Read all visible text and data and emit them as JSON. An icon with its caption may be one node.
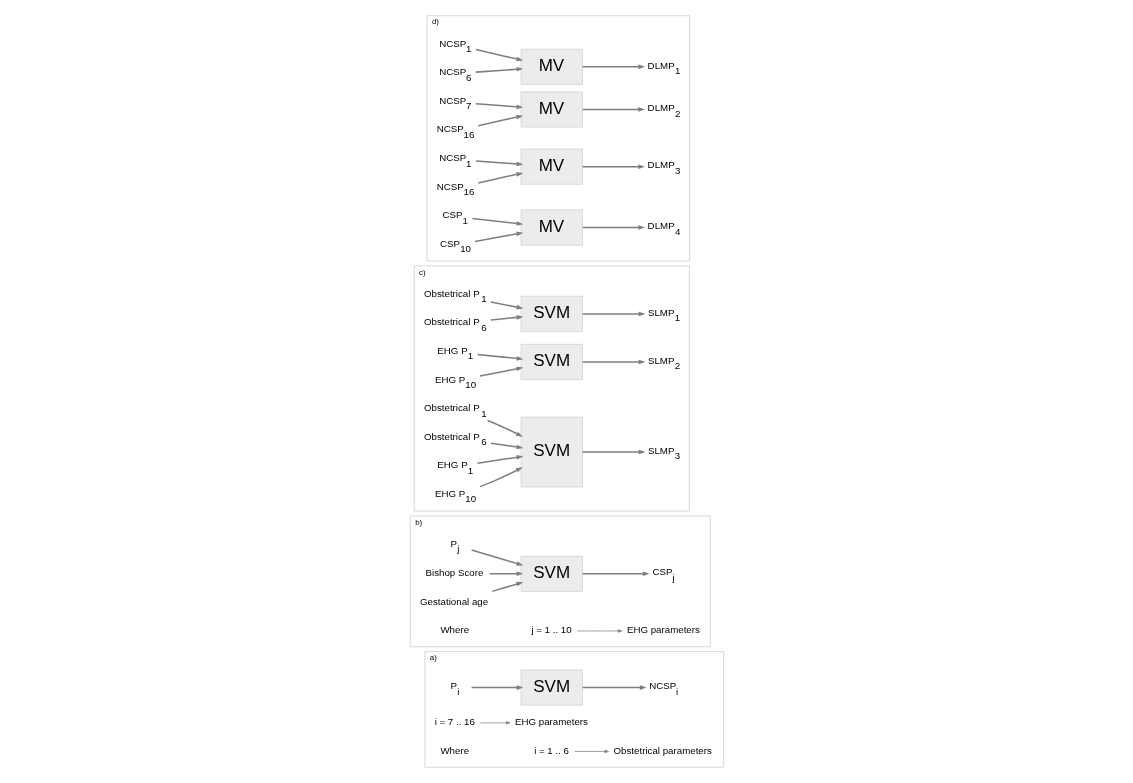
{
  "diagram": {
    "nodes": [
      {
        "text": [
          "a)"
        ]
      },
      {
        "text": [
          "P$_{i}$"
        ],
        "in": 0
      },
      {
        "text": [
          "SVM"
        ],
        "in": 0
      },
      {
        "text": [
          "NCSP$_{i}$"
        ],
        "in": 0
      },
      {
        "text": [
          "i = 1 .. 6"
        ],
        "in": 0
      },
      {
        "text": [
          "Obstetrical parameters"
        ],
        "in": 0
      },
      {
        "text": [
          "i = 7 .. 16"
        ],
        "in": 0
      },
      {
        "text": [
          "EHG parameters"
        ],
        "in": 0
      },
      {
        "text": [
          "b)"
        ]
      },
      {
        "text": [
          "P$_{j}$"
        ],
        "in": 8
      },
      {
        "text": [
          "Bishop Score"
        ],
        "in": 8
      },
      {
        "text": [
          "Gestational age"
        ],
        "in": 8
      },
      {
        "text": [
          "SVM"
        ],
        "in": 8
      },
      {
        "text": [
          "CSP$_{j}$"
        ],
        "in": 8
      },
      {
        "text": [
          "j = 1 .. 10"
        ],
        "in": 8
      },
      {
        "text": [
          "EHG parameters"
        ],
        "in": 8
      },
      {
        "text": [
          "c)"
        ]
      },
      {
        "text": [
          "Obstetrical P$_{1}$"
        ],
        "in": 16
      },
      {
        "text": [
          "Obstetrical P$_{6}$"
        ],
        "in": 16
      },
      {
        "text": [
          "SVM"
        ],
        "in": 16
      },
      {
        "text": [
          "SLMP$_{1}$"
        ],
        "in": 16
      },
      {
        "text": [
          "EHG P$_{1}$"
        ],
        "in": 16
      },
      {
        "text": [
          "EHG P$_{10}$"
        ],
        "in": 16
      },
      {
        "text": [
          "SVM"
        ],
        "in": 16
      },
      {
        "text": [
          "SLMP$_{2}$"
        ],
        "in": 16
      },
      {
        "text": [
          "Obstetrical P$_{1}$"
        ],
        "in": 16
      },
      {
        "text": [
          "Obstetrical P$_{6}$"
        ],
        "in": 16
      },
      {
        "text": [
          "EHG P$_{1}$"
        ],
        "in": 16
      },
      {
        "text": [
          "EHG P$_{10}$"
        ],
        "in": 16
      },
      {
        "text": [
          "SVM"
        ],
        "in": 16
      },
      {
        "text": [
          "SLMP$_{3}$"
        ],
        "in": 16
      },
      {
        "text": [
          "d)"
        ]
      },
      {
        "text": [
          "NCSP$_{1}$"
        ],
        "in": 31
      },
      {
        "text": [
          "NCSP$_{6}$"
        ],
        "in": 31
      },
      {
        "text": [
          "MV"
        ],
        "in": 31
      },
      {
        "text": [
          "DLMP$_{1}$"
        ],
        "in": 31
      },
      {
        "text": [
          "NCSP$_{7}$"
        ],
        "in": 31
      },
      {
        "text": [
          "NCSP$_{16}$"
        ],
        "in": 31
      },
      {
        "text": [
          "MV"
        ],
        "in": 31
      },
      {
        "text": [
          "DLMP$_{2}$"
        ],
        "in": 31
      },
      {
        "text": [
          "NCSP$_{1}$"
        ],
        "in": 31
      },
      {
        "text": [
          "NCSP$_{16}$"
        ],
        "in": 31
      },
      {
        "text": [
          "MV"
        ],
        "in": 31
      },
      {
        "text": [
          "DLMP$_{3}$"
        ],
        "in": 31
      },
      {
        "text": [
          "CSP$_{1}$"
        ],
        "in": 31
      },
      {
        "text": [
          "CSP$_{10}$"
        ],
        "in": 31
      },
      {
        "text": [
          "MV"
        ],
        "in": 31
      },
      {
        "text": [
          "DLMP$_{4}$"
        ],
        "in": 31
      }
    ],
    "edges": [
      {
        "from": 1,
        "to": 2,
        "arrow": "to"
      },
      {
        "from": 2,
        "to": 3,
        "arrow": "to"
      },
      {
        "from": 4,
        "to": 5,
        "arrow": "to"
      },
      {
        "from": 6,
        "to": 7,
        "arrow": "to"
      },
      {
        "from": 9,
        "to": 12,
        "arrow": "to"
      },
      {
        "from": 10,
        "to": 12,
        "arrow": "to"
      },
      {
        "from": 11,
        "to": 12,
        "arrow": "to"
      },
      {
        "from": 12,
        "to": 13,
        "arrow": "to"
      },
      {
        "from": 14,
        "to": 15,
        "arrow": "to"
      },
      {
        "from": 17,
        "to": 19,
        "arrow": "to"
      },
      {
        "from": 18,
        "to": 19,
        "arrow": "to"
      },
      {
        "from": 19,
        "to": 20,
        "arrow": "to"
      },
      {
        "from": 21,
        "to": 23,
        "arrow": "to"
      },
      {
        "from": 22,
        "to": 23,
        "arrow": "to"
      },
      {
        "from": 23,
        "to": 24,
        "arrow": "to"
      },
      {
        "from": 25,
        "to": 29,
        "arrow": "to"
      },
      {
        "from": 26,
        "to": 29,
        "arrow": "to"
      },
      {
        "from": 27,
        "to": 29,
        "arrow": "to"
      },
      {
        "from": 28,
        "to": 29,
        "arrow": "to"
      },
      {
        "from": 29,
        "to": 30,
        "arrow": "to"
      },
      {
        "from": 32,
        "to": 34,
        "arrow": "to"
      },
      {
        "from": 33,
        "to": 34,
        "arrow": "to"
      },
      {
        "from": 34,
        "to": 35,
        "arrow": "to"
      },
      {
        "from": 36,
        "to": 38,
        "arrow": "to"
      },
      {
        "from": 37,
        "to": 38,
        "arrow": "to"
      },
      {
        "from": 38,
        "to": 39,
        "arrow": "to"
      },
      {
        "from": 40,
        "to": 42,
        "arrow": "to"
      },
      {
        "from": 41,
        "to": 42,
        "arrow": "to"
      },
      {
        "from": 42,
        "to": 43,
        "arrow": "to"
      },
      {
        "from": 44,
        "to": 46,
        "arrow": "to"
      },
      {
        "from": 45,
        "to": 46,
        "arrow": "to"
      },
      {
        "from": 46,
        "to": 47,
        "arrow": "to"
      }
    ],
    "labels": [
      "Where",
      "Where"
    ]
  }
}
